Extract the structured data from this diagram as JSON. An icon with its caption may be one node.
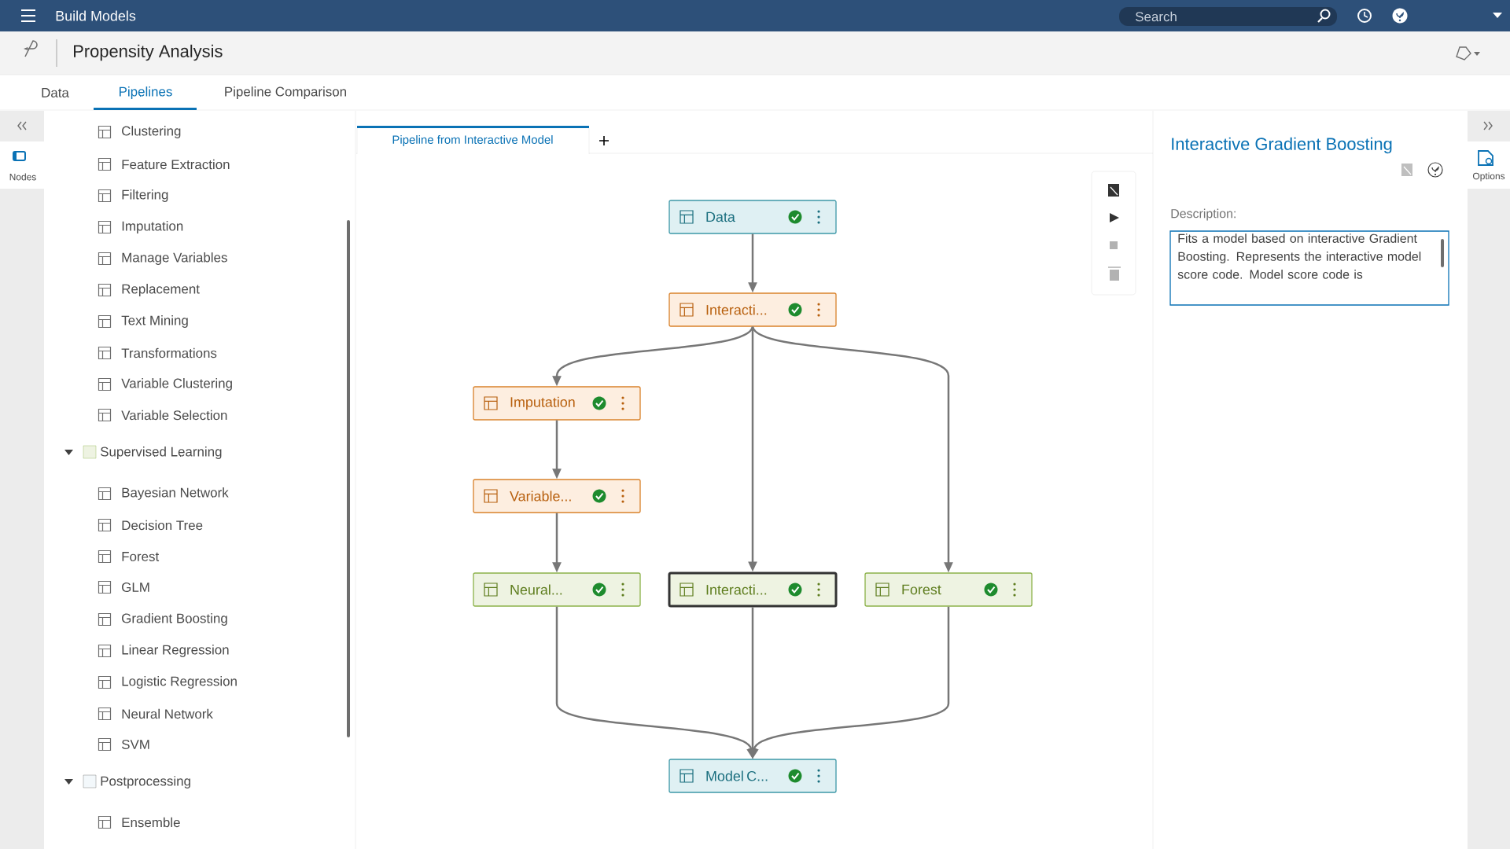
{
  "diagram": {
    "nodes": [
      {
        "text": [
          "Data"
        ]
      },
      {
        "text": [
          "Interacti..."
        ]
      },
      {
        "text": [
          "Imputation"
        ]
      },
      {
        "text": [
          "Variable..."
        ]
      },
      {
        "text": [
          "Neural..."
        ]
      },
      {
        "text": [
          "Interacti..."
        ]
      },
      {
        "text": [
          "Forest"
        ]
      },
      {
        "text": [
          "Model C..."
        ]
      }
    ],
    "edges": [
      {
        "from": 0,
        "to": 1,
        "arrow": "to"
      },
      {
        "from": 1,
        "to": 2,
        "arrow": "to"
      },
      {
        "from": 1,
        "to": 5,
        "arrow": "to"
      },
      {
        "from": 1,
        "to": 6,
        "arrow": "to"
      },
      {
        "from": 2,
        "to": 3,
        "arrow": "to"
      },
      {
        "from": 3,
        "to": 4,
        "arrow": "to"
      },
      {
        "from": 4,
        "to": 7,
        "arrow": "to"
      },
      {
        "from": 5,
        "to": 7,
        "arrow": "to"
      },
      {
        "from": 6,
        "to": 7,
        "arrow": "to"
      }
    ],
    "labels": [
      "Build Models",
      "Search",
      "Propensity Analysis",
      "Data",
      "Pipelines",
      "Pipeline Comparison",
      "Nodes",
      "Clustering",
      "Feature Extraction",
      "Filtering",
      "Imputation",
      "Manage Variables",
      "Replacement",
      "Text Mining",
      "Transformations",
      "Variable Clustering",
      "Variable Selection",
      "Supervised Learning",
      "Bayesian Network",
      "Decision Tree",
      "Forest",
      "GLM",
      "Gradient Boosting",
      "Linear Regression",
      "Logistic Regression",
      "Neural Network",
      "SVM",
      "Postprocessing",
      "Ensemble",
      "Pipeline from Interactive Model",
      "Interactive Gradient Boosting",
      "Description:",
      "Fits a model based on interactive Gradient Boosting. Represents the interactive model score code. Model score code is",
      "Options"
    ]
  }
}
